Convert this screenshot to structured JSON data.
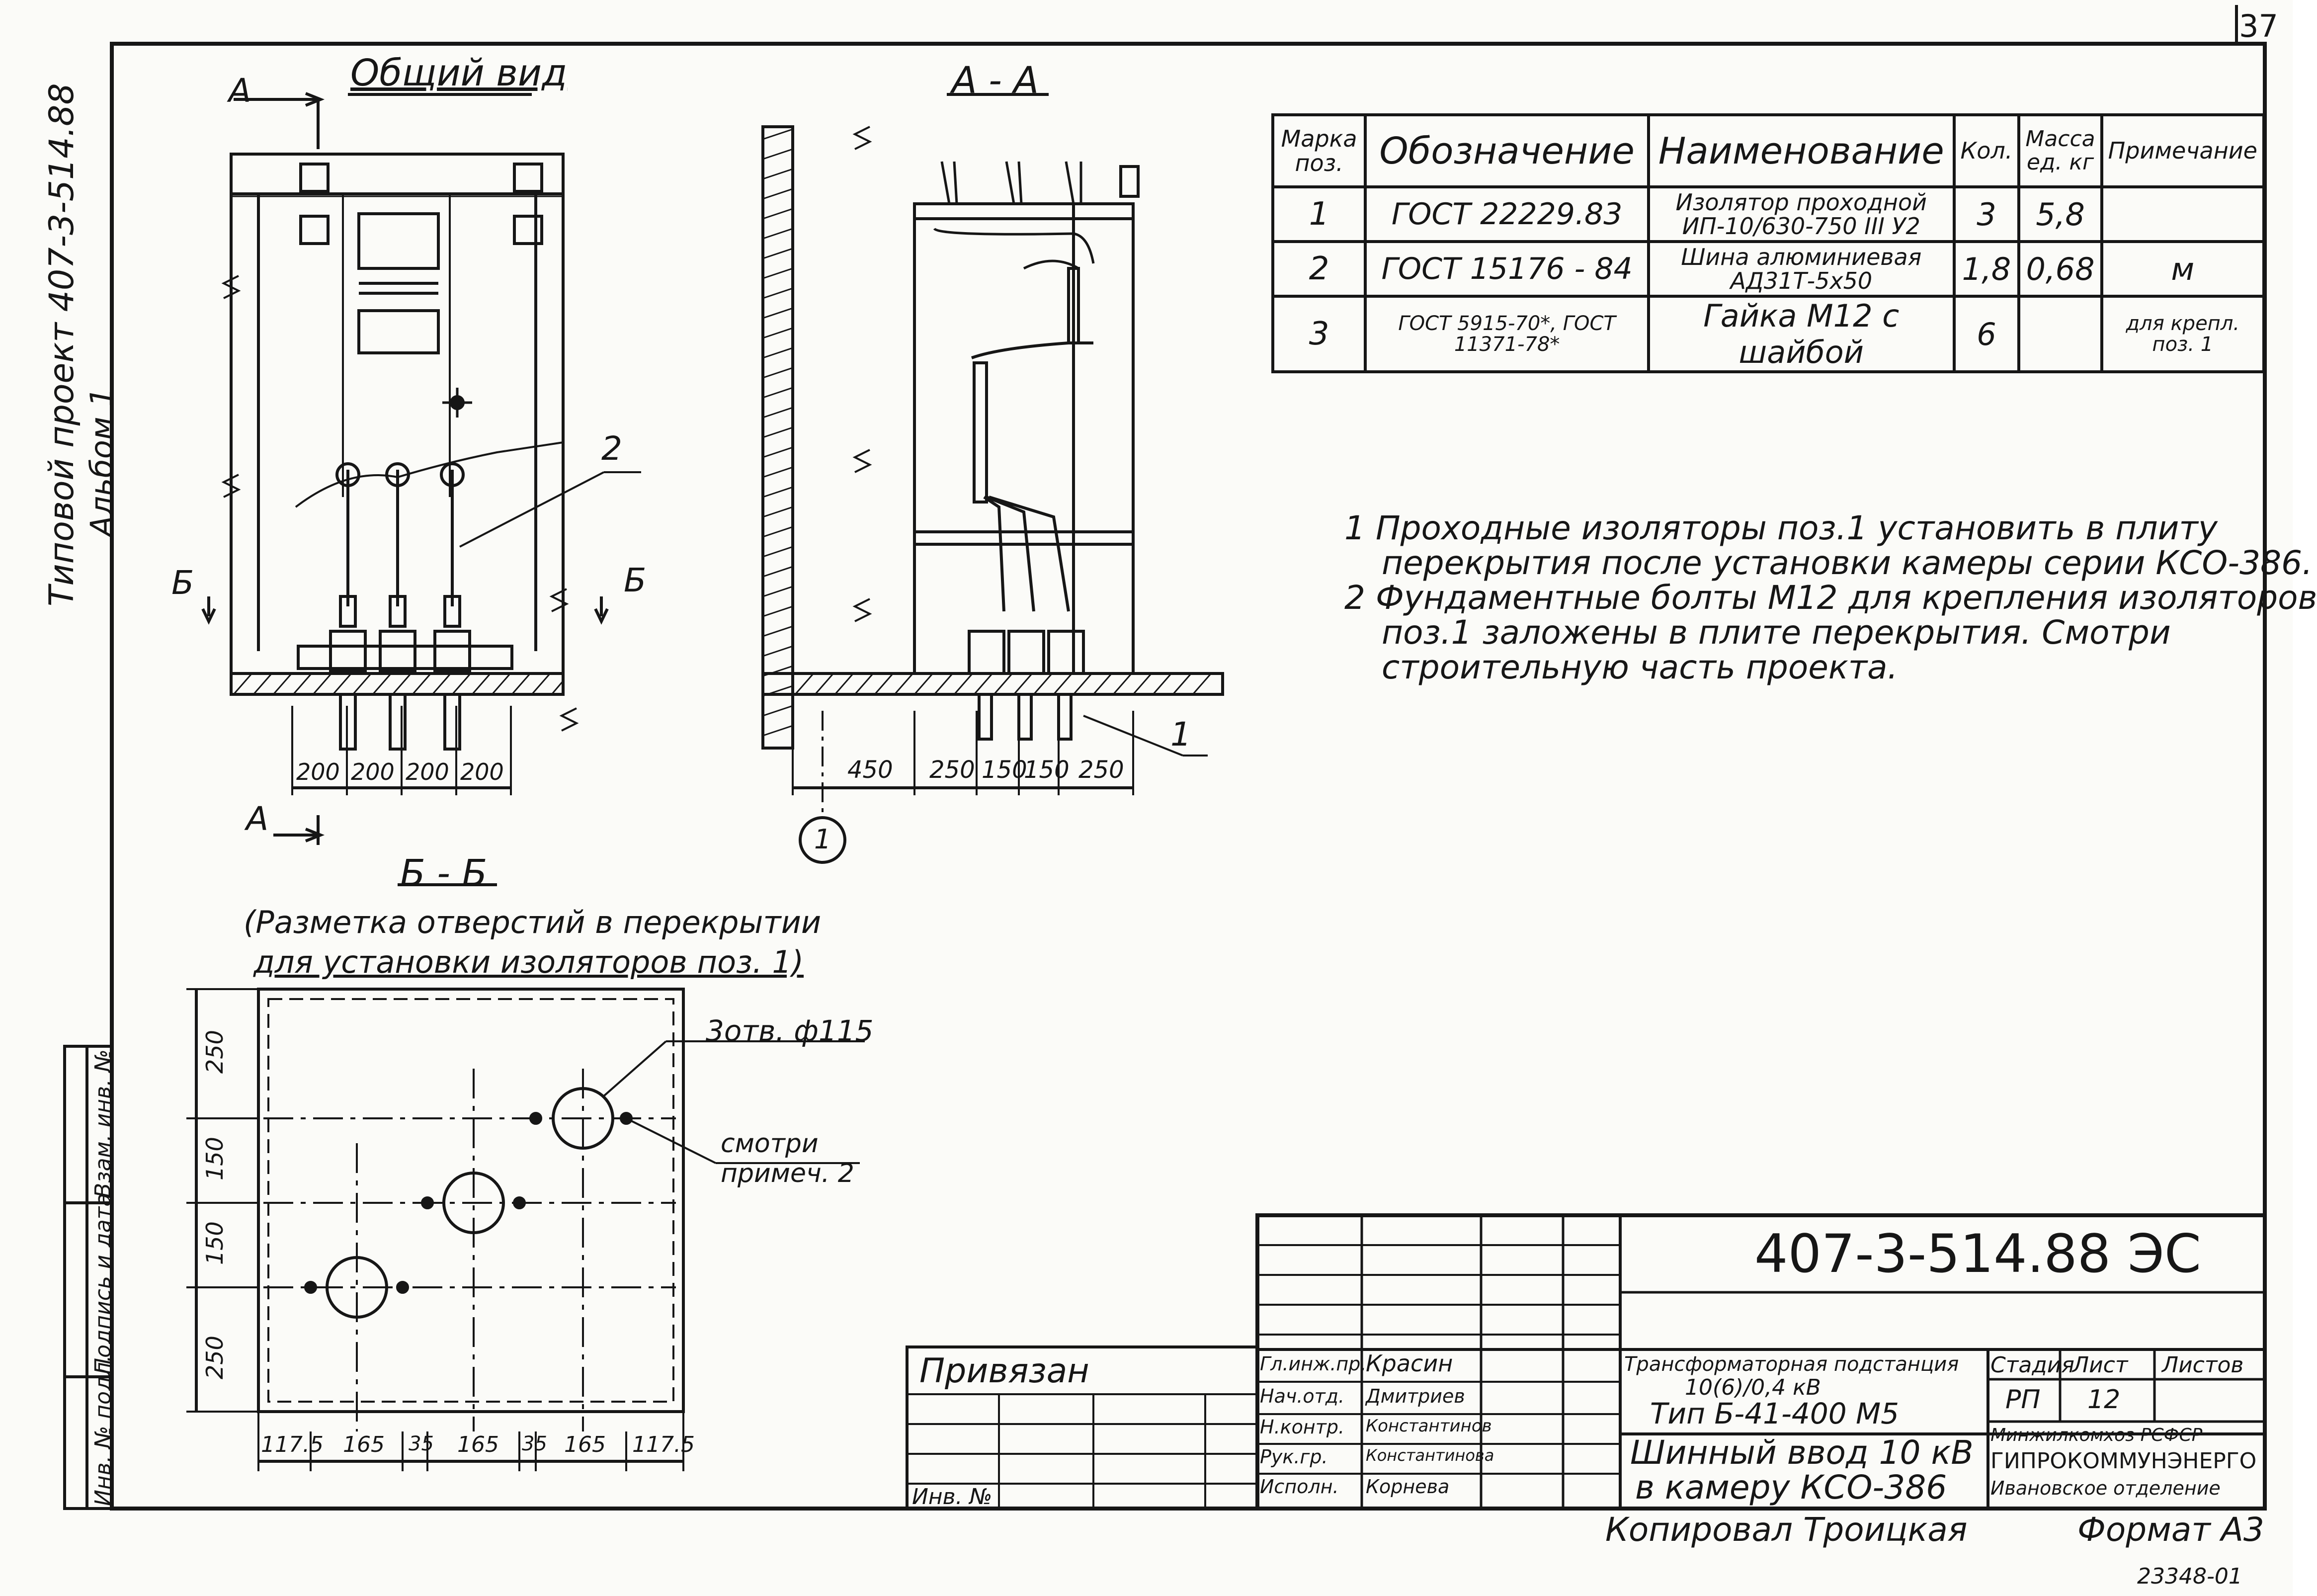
{
  "drawing": {
    "page_number": "37",
    "side_label_project": "Типовой проект 407-3-514.88",
    "side_label_album": "Альбом 1",
    "inventory_cells": [
      "Инв. № подл.",
      "Подпись и дата",
      "Взам. инв. №"
    ]
  },
  "views": {
    "general": {
      "title": "Общий вид",
      "section_mark": "А",
      "cut_mark": "Б",
      "dims": [
        "200",
        "200",
        "200",
        "200"
      ],
      "callout": "2"
    },
    "section_aa": {
      "title": "А - А",
      "dims": [
        "450",
        "250",
        "150",
        "150",
        "250"
      ],
      "callout": "1",
      "axis": "1"
    },
    "section_bb": {
      "title": "Б - Б",
      "caption_line1": "(Разметка отверстий в перекрытии",
      "caption_line2": "для установки изоляторов поз. 1)",
      "hole_label": "3отв. ф115",
      "note_ref_line1": "смотри",
      "note_ref_line2": "примеч. 2",
      "vdims": [
        "250",
        "150",
        "150",
        "250"
      ],
      "hdims": [
        "117.5",
        "165",
        "35",
        "165",
        "35",
        "165",
        "117.5"
      ]
    }
  },
  "spec_table": {
    "headers": [
      "Марка поз.",
      "Обозначение",
      "Наименование",
      "Кол.",
      "Масса ед. кг",
      "Примечание"
    ],
    "rows": [
      {
        "pos": "1",
        "designation": "ГОСТ 22229.83",
        "name": "Изолятор проходной ИП-10/630-750 III У2",
        "qty": "3",
        "mass": "5,8",
        "note": ""
      },
      {
        "pos": "2",
        "designation": "ГОСТ 15176 - 84",
        "name": "Шина алюминиевая АД31Т-5х50",
        "qty": "1,8",
        "mass": "0,68",
        "note": "м"
      },
      {
        "pos": "3",
        "designation": "ГОСТ 5915-70*, ГОСТ 11371-78*",
        "name": "Гайка М12 с шайбой",
        "qty": "6",
        "mass": "",
        "note": "для крепл. поз. 1"
      }
    ]
  },
  "notes": [
    "1 Проходные изоляторы поз.1 установить в плиту",
    "перекрытия после установки камеры серии КСО-386.",
    "2 Фундаментные болты М12 для крепления изоляторов",
    "поз.1 заложены в плите перекрытия. Смотри",
    "строительную часть проекта."
  ],
  "title_block": {
    "code": "407-3-514.88 ЭС",
    "privyazan": "Привязан",
    "inv_no": "Инв. №",
    "roles": [
      "Гл.инж.пр.",
      "Нач.отд.",
      "Н.контр.",
      "Рук.гр.",
      "Исполн."
    ],
    "names": [
      "Красин",
      "Дмитриев",
      "Константинов",
      "Константинова",
      "Корнева"
    ],
    "project_line1": "Трансформаторная подстанция",
    "project_line2": "10(6)/0,4 кВ",
    "project_line3": "Тип Б-41-400 М5",
    "sheet_title_line1": "Шинный ввод 10 кВ",
    "sheet_title_line2": "в камеру КСО-386",
    "stage_label": "Стадия",
    "sheet_label": "Лист",
    "sheets_label": "Листов",
    "stage": "РП",
    "sheet": "12",
    "org_line1": "Минжилкомхоз РСФСР",
    "org_line2": "ГИПРОКОММУНЭНЕРГО",
    "org_line3": "Ивановское отделение",
    "copied_by": "Копировал Троицкая",
    "format": "Формат А3",
    "archive_no": "23348-01"
  }
}
